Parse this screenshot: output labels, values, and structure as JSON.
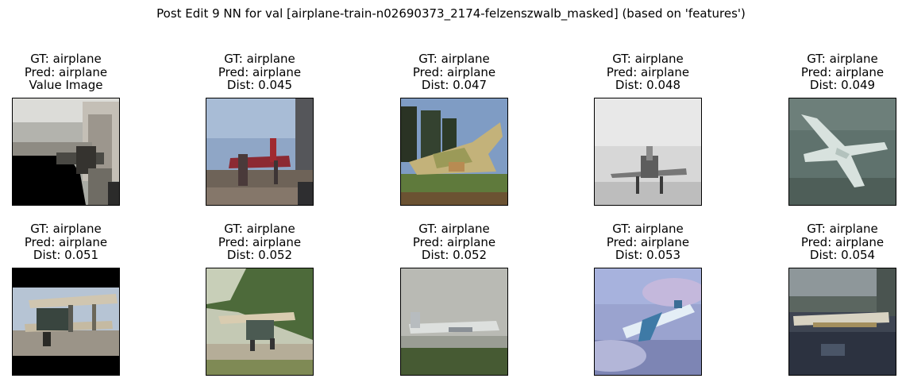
{
  "figure": {
    "title": "Post Edit 9 NN for val [airplane-train-n02690373_2174-felzenszwalb_masked] (based on 'features')"
  },
  "panels": [
    {
      "lines": [
        "GT: airplane",
        "Pred: airplane",
        "Value Image"
      ],
      "image": "masked grayish hangar scene with black masked region and aircraft"
    },
    {
      "lines": [
        "GT: airplane",
        "Pred: airplane",
        "Dist: 0.045"
      ],
      "image": "red small airplane parked on runway under blue sky"
    },
    {
      "lines": [
        "GT: airplane",
        "Pred: airplane",
        "Dist: 0.047"
      ],
      "image": "camouflage jet on display with trees behind"
    },
    {
      "lines": [
        "GT: airplane",
        "Pred: airplane",
        "Dist: 0.048"
      ],
      "image": "gray propeller plane against pale sky"
    },
    {
      "lines": [
        "GT: airplane",
        "Pred: airplane",
        "Dist: 0.049"
      ],
      "image": "white jet seen from above on dark green ground"
    },
    {
      "lines": [
        "GT: airplane",
        "Pred: airplane",
        "Dist: 0.051"
      ],
      "image": "biplane in letterboxed photo"
    },
    {
      "lines": [
        "GT: airplane",
        "Pred: airplane",
        "Dist: 0.052"
      ],
      "image": "biplane on grass near green hill"
    },
    {
      "lines": [
        "GT: airplane",
        "Pred: airplane",
        "Dist: 0.052"
      ],
      "image": "white jet on runway, gray sky"
    },
    {
      "lines": [
        "GT: airplane",
        "Pred: airplane",
        "Dist: 0.053"
      ],
      "image": "blue jet flying among clouds"
    },
    {
      "lines": [
        "GT: airplane",
        "Pred: airplane",
        "Dist: 0.054"
      ],
      "image": "dark airport apron scene with airliner"
    }
  ]
}
